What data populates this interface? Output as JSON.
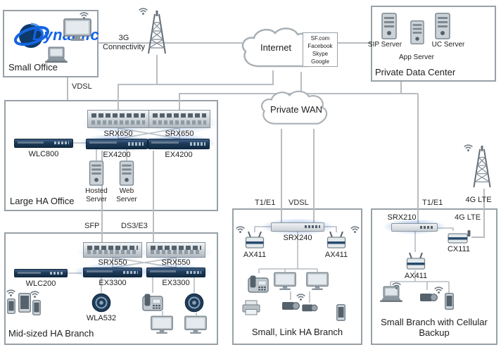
{
  "logo": {
    "text": "Dynamic"
  },
  "towers": {
    "g3": "3G Connectivity",
    "g4": "4G LTE"
  },
  "clouds": {
    "internet": "Internet",
    "private_wan": "Private WAN",
    "services": {
      "l1": "SF.com",
      "l2": "Facebook",
      "l3": "Skype",
      "l4": "Google"
    }
  },
  "links": {
    "vdsl_top": "VDSL",
    "sfp": "SFP",
    "ds3_e3": "DS3/E3",
    "t1_e1_left": "T1/E1",
    "vdsl_mid": "VDSL",
    "t1_e1_right": "T1/E1",
    "lte_inner": "4G LTE"
  },
  "small_office": {
    "title": "Small Office"
  },
  "data_center": {
    "title": "Private Data Center",
    "sip": "SIP Server",
    "uc": "UC Server",
    "app": "App Server"
  },
  "large_office": {
    "title": "Large HA Office",
    "srx_a": "SRX650",
    "srx_b": "SRX650",
    "ex_a": "EX4200",
    "ex_b": "EX4200",
    "wlc": "WLC800",
    "hosted": "Hosted Server",
    "web": "Web Server"
  },
  "mid_branch": {
    "title": "Mid-sized HA Branch",
    "srx_a": "SRX550",
    "srx_b": "SRX550",
    "ex_a": "EX3300",
    "ex_b": "EX3300",
    "wlc": "WLC200",
    "wla": "WLA532"
  },
  "link_branch": {
    "title": "Small, Link HA Branch",
    "srx": "SRX240",
    "ax_a": "AX411",
    "ax_b": "AX411"
  },
  "cell_branch": {
    "title": "Small Branch with Cellular Backup",
    "srx": "SRX210",
    "cx": "CX111",
    "ax": "AX411"
  }
}
